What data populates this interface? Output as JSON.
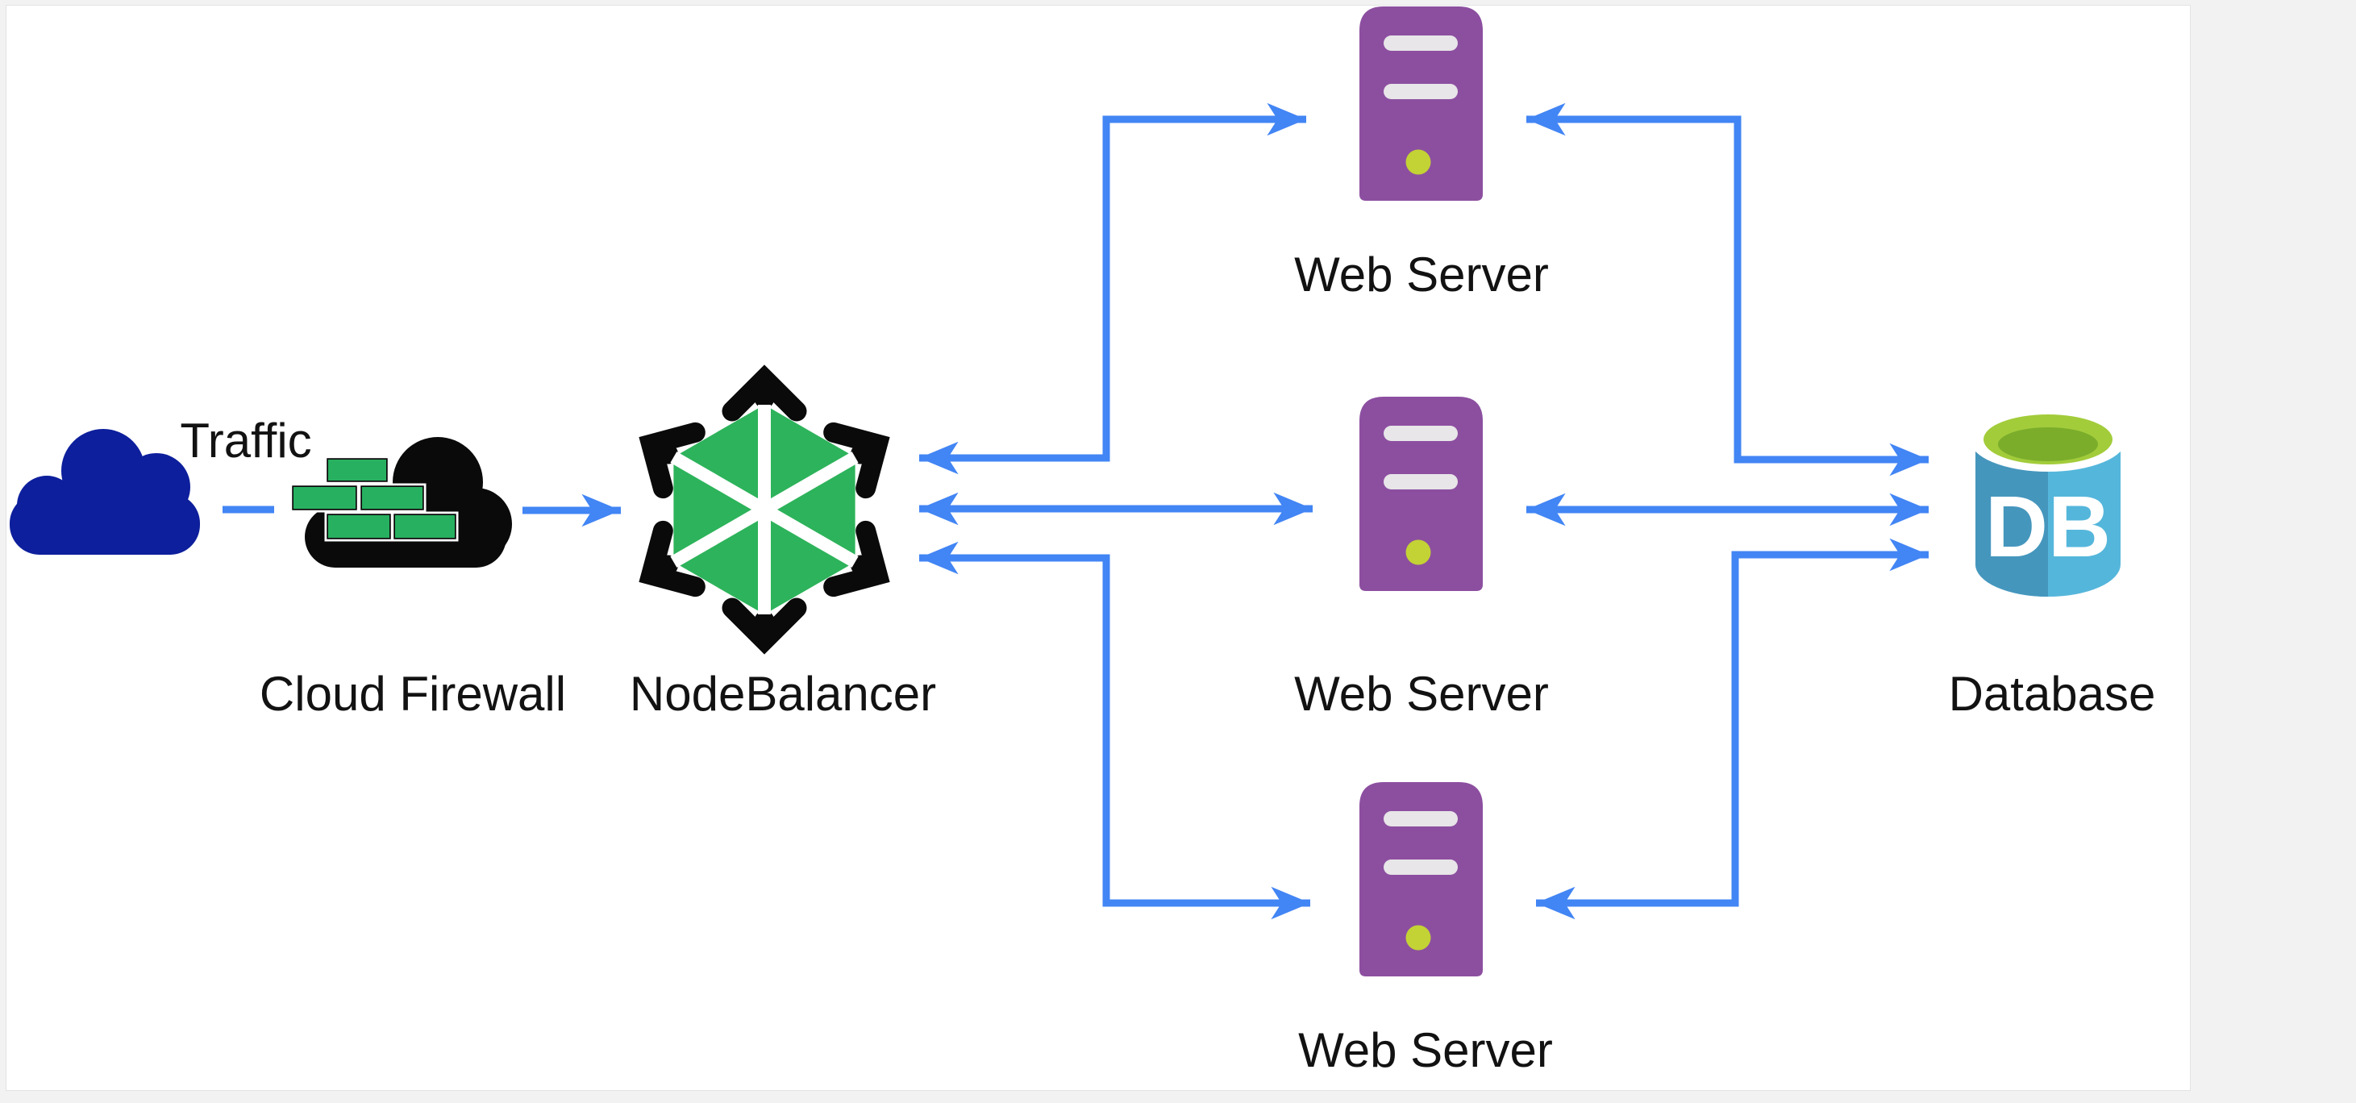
{
  "page": {
    "background_color": "#f2f2f2",
    "canvas_background": "#ffffff"
  },
  "diagram": {
    "type": "architecture-diagram",
    "accent_blue": "#4285f4",
    "nodes": [
      {
        "id": "traffic",
        "label": "Traffic",
        "icon": "cloud-icon",
        "icon_color": "#0d1f9c"
      },
      {
        "id": "cloud-firewall",
        "label": "Cloud Firewall",
        "icon": "firewall-icon",
        "icon_color": "#0a0a0a",
        "brick_color": "#28b061"
      },
      {
        "id": "nodebalancer",
        "label": "NodeBalancer",
        "icon": "nodebalancer-icon",
        "icon_color": "#2db35b"
      },
      {
        "id": "web-server-1",
        "label": "Web Server",
        "icon": "server-icon",
        "icon_color": "#8c4fa0",
        "led_color": "#c3d234"
      },
      {
        "id": "web-server-2",
        "label": "Web Server",
        "icon": "server-icon",
        "icon_color": "#8c4fa0",
        "led_color": "#c3d234"
      },
      {
        "id": "web-server-3",
        "label": "Web Server",
        "icon": "server-icon",
        "icon_color": "#8c4fa0",
        "led_color": "#c3d234"
      },
      {
        "id": "database",
        "label": "Database",
        "icon": "database-icon",
        "icon_color": "#55b6db",
        "top_color": "#a2cc3a",
        "icon_text": "DB"
      }
    ],
    "connections": [
      {
        "from": "traffic",
        "to": "cloud-firewall",
        "style": "dashed",
        "arrows": "none"
      },
      {
        "from": "cloud-firewall",
        "to": "nodebalancer",
        "style": "solid",
        "arrows": "to"
      },
      {
        "from": "nodebalancer",
        "to": "web-server-1",
        "style": "solid",
        "arrows": "both"
      },
      {
        "from": "nodebalancer",
        "to": "web-server-2",
        "style": "solid",
        "arrows": "both"
      },
      {
        "from": "nodebalancer",
        "to": "web-server-3",
        "style": "solid",
        "arrows": "both"
      },
      {
        "from": "web-server-1",
        "to": "database",
        "style": "solid",
        "arrows": "both"
      },
      {
        "from": "web-server-2",
        "to": "database",
        "style": "solid",
        "arrows": "both"
      },
      {
        "from": "web-server-3",
        "to": "database",
        "style": "solid",
        "arrows": "both"
      }
    ]
  }
}
